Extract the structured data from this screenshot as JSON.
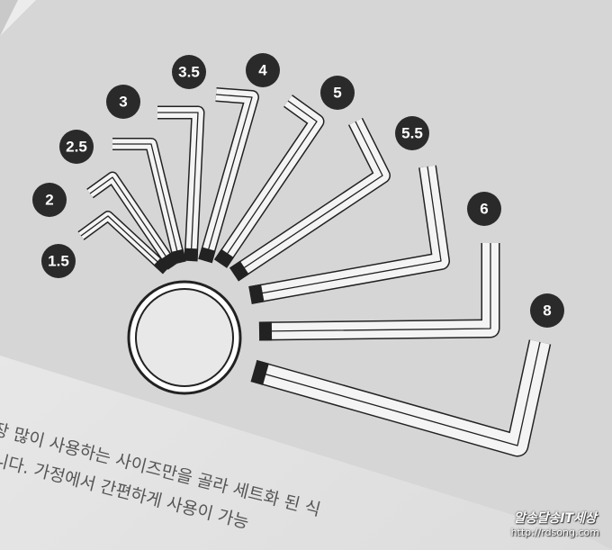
{
  "diagram": {
    "size_labels": [
      "1.5",
      "2",
      "2.5",
      "3",
      "3.5",
      "4",
      "5",
      "5.5",
      "6",
      "8"
    ]
  },
  "body_text": {
    "line1": "장 많이 사용하는 사이즈만을 골라 세트화 된 식",
    "line2": "니다. 가정에서 간편하게 사용이 가능"
  },
  "watermark": {
    "title": "알송달송IT세상",
    "url": "http://rdsong.com"
  }
}
